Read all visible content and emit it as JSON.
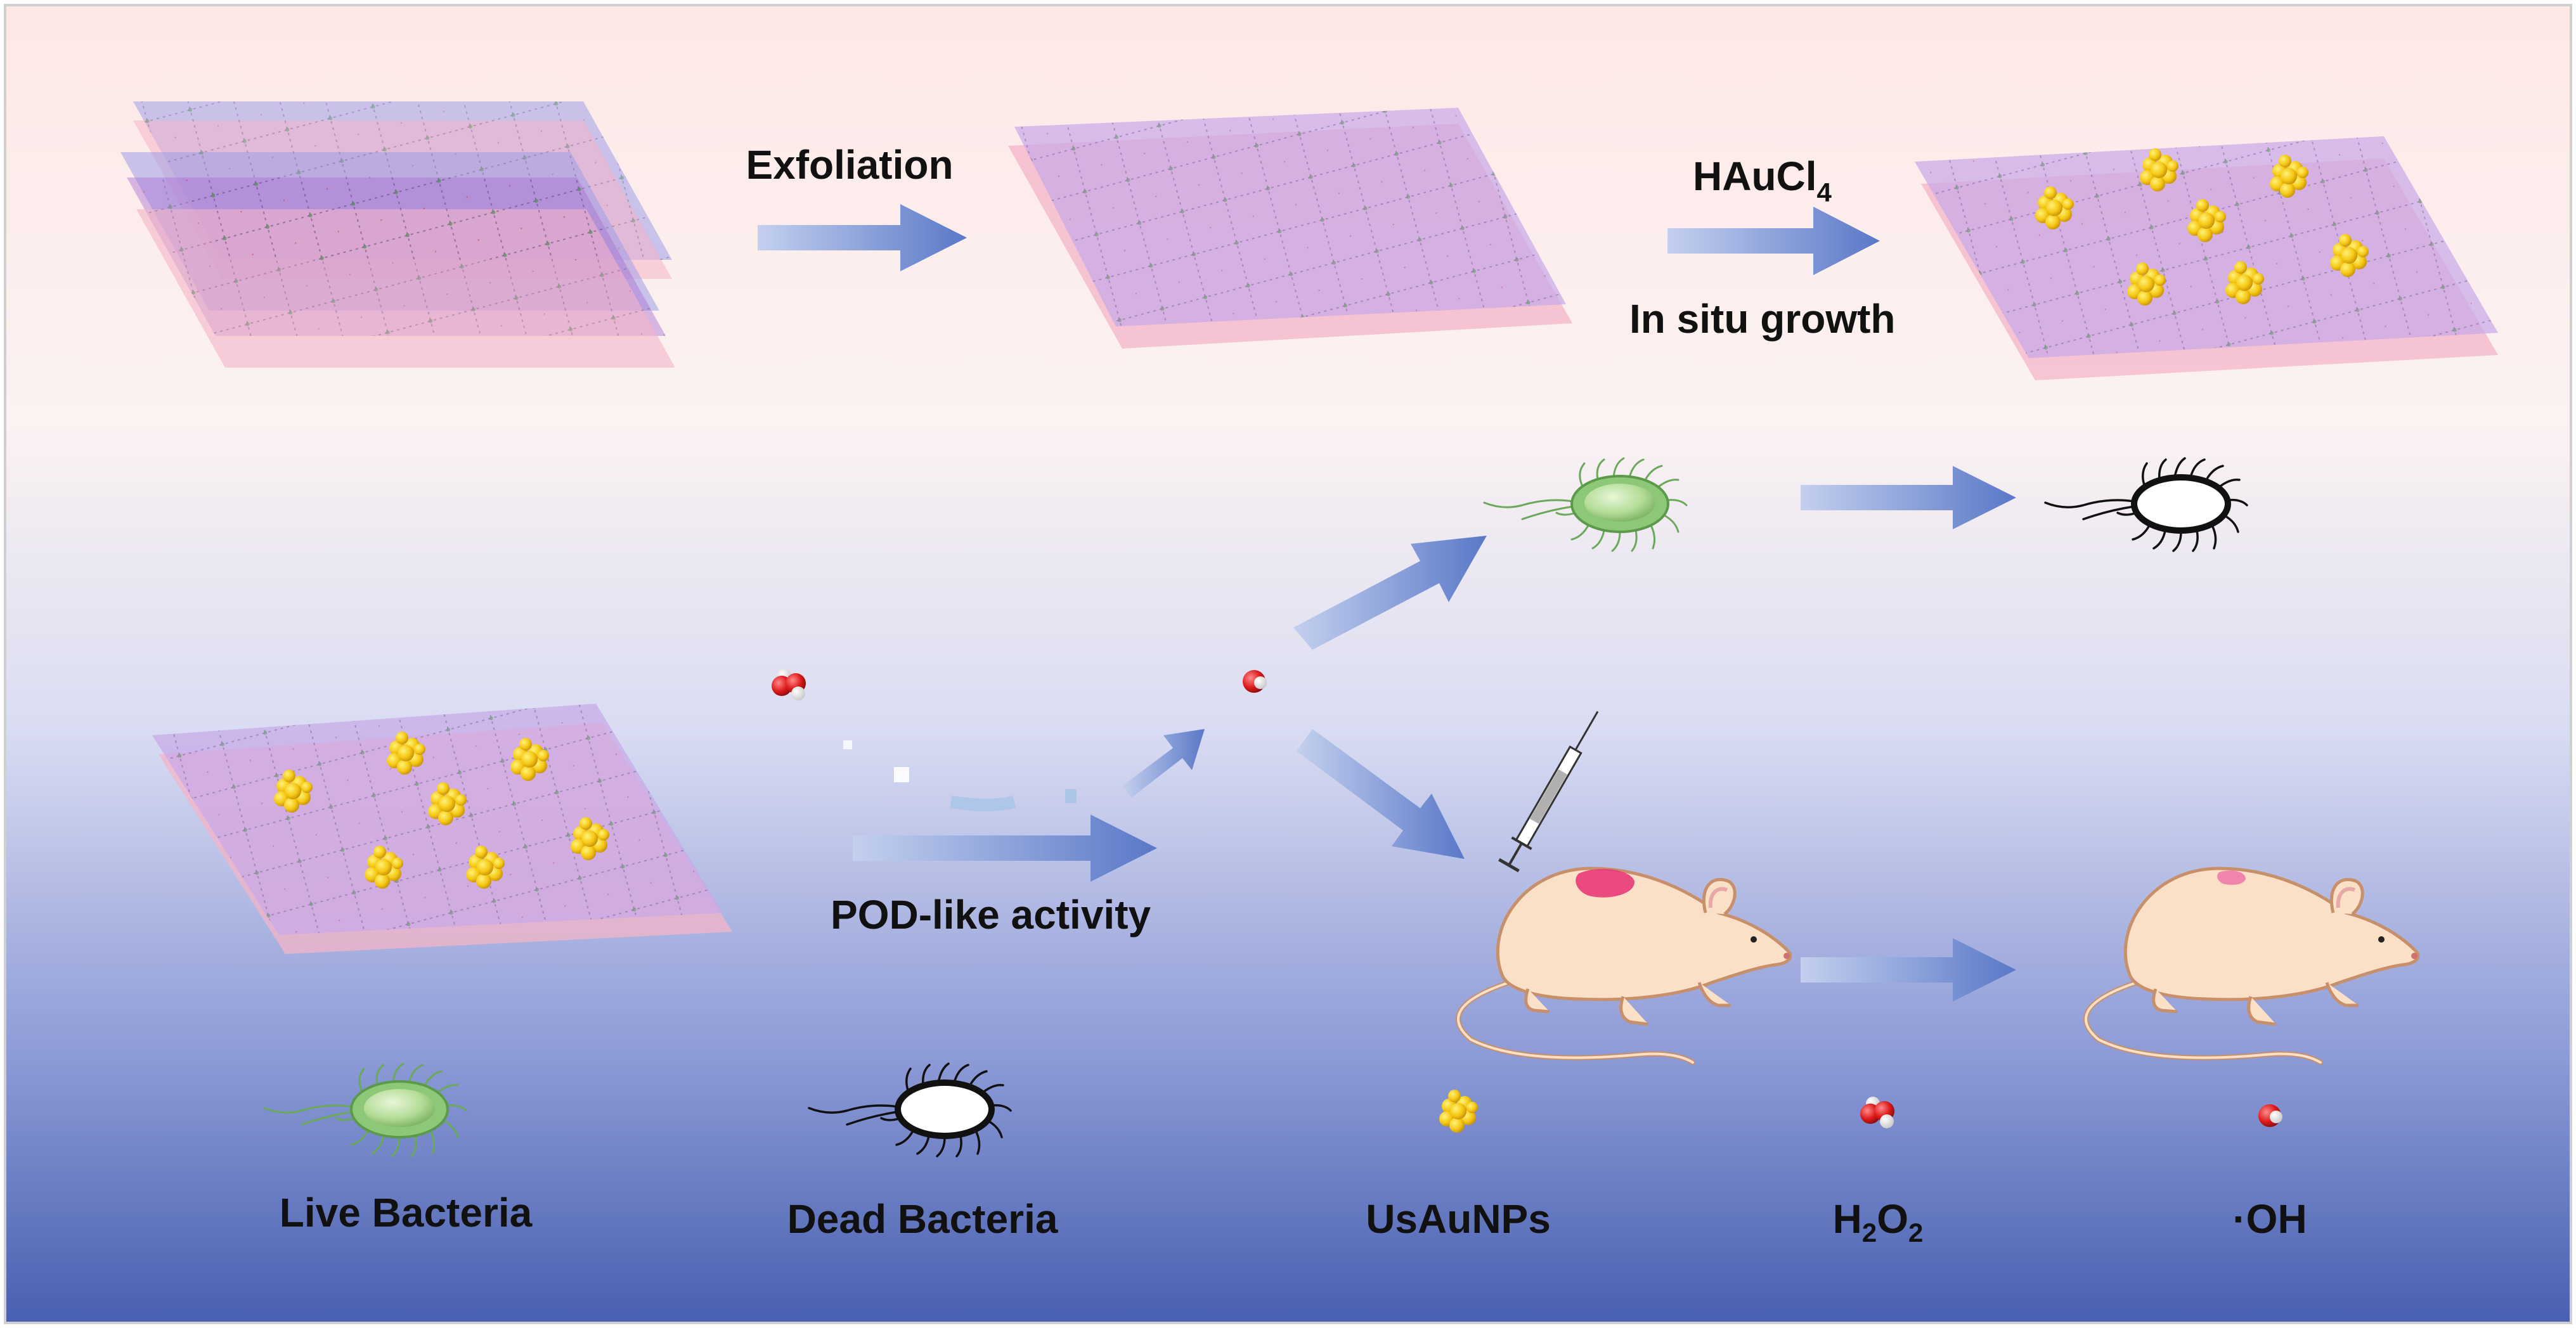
{
  "labels": {
    "exfoliation": "Exfoliation",
    "haucl4_main": "HAuCl",
    "haucl4_sub": "4",
    "in_situ": "In situ growth",
    "pod": "POD-like activity"
  },
  "legend": {
    "live": "Live Bacteria",
    "dead": "Dead Bacteria",
    "usaunps": "UsAuNPs",
    "h2o2_h": "H",
    "h2o2_s1": "2",
    "h2o2_o": "O",
    "h2o2_s2": "2",
    "oh": "·OH"
  },
  "colors": {
    "background_top": "#fde8e6",
    "background_bottom": "#4860b0",
    "sheet_blue": "#9e9ee8",
    "sheet_pink": "#f4b4c8",
    "gold": "#f5c814",
    "arrow": "#5a78c8",
    "bacteria_green": "#8cc878",
    "oxygen_red": "#dd1a1a",
    "mouse_body": "#fbe0c8",
    "infection": "#e83a78"
  }
}
